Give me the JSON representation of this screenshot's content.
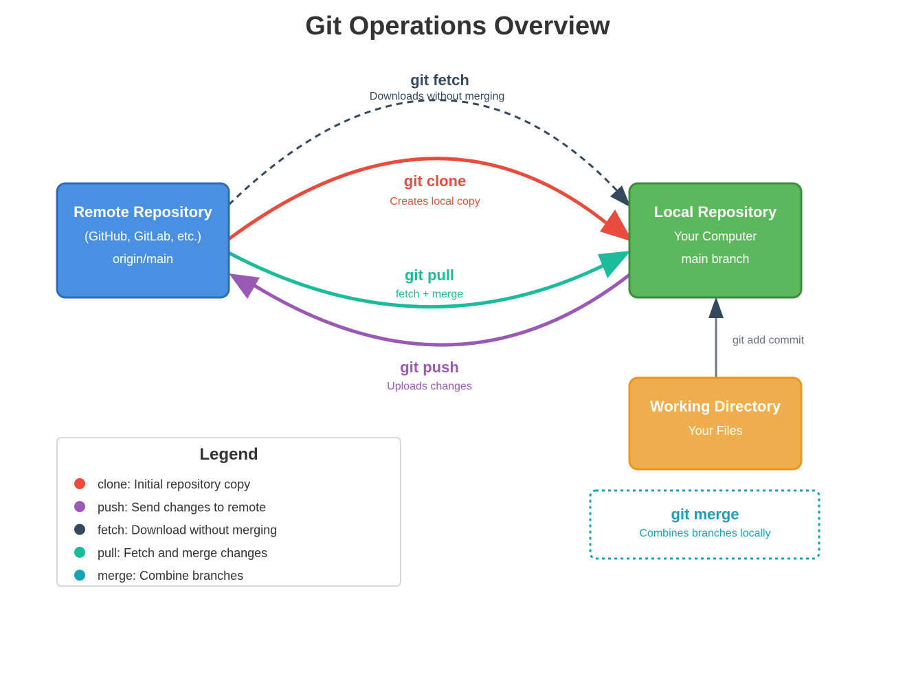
{
  "title": "Git Operations Overview",
  "nodes": {
    "remote": {
      "title": "Remote Repository",
      "line1": "(GitHub, GitLab, etc.)",
      "line2": "origin/main",
      "fill": "#4a90e2",
      "stroke": "#2e6db4"
    },
    "local": {
      "title": "Local Repository",
      "line1": "Your Computer",
      "line2": "main branch",
      "fill": "#5cb85c",
      "stroke": "#3d8b3d"
    },
    "working": {
      "title": "Working Directory",
      "line1": "Your Files",
      "fill": "#f0ad4e",
      "stroke": "#e8961f"
    }
  },
  "edges": {
    "fetch": {
      "label": "git fetch",
      "sub": "Downloads without merging",
      "color": "#34495e"
    },
    "clone": {
      "label": "git clone",
      "sub": "Creates local copy",
      "color": "#e74c3c"
    },
    "pull": {
      "label": "git pull",
      "sub": "fetch + merge",
      "color": "#1abc9c"
    },
    "push": {
      "label": "git push",
      "sub": "Uploads changes",
      "color": "#9b59b6"
    },
    "add_commit": {
      "label": "git add commit",
      "color": "#6b7785",
      "arrow_color": "#34495e"
    }
  },
  "merge_box": {
    "label": "git merge",
    "sub": "Combines branches locally",
    "color": "#17a2b8"
  },
  "legend": {
    "title": "Legend",
    "items": [
      {
        "text": "clone: Initial repository copy",
        "color": "#e74c3c"
      },
      {
        "text": "push: Send changes to remote",
        "color": "#9b59b6"
      },
      {
        "text": "fetch: Download without merging",
        "color": "#34495e"
      },
      {
        "text": "pull: Fetch and merge changes",
        "color": "#1abc9c"
      },
      {
        "text": "merge: Combine branches",
        "color": "#17a2b8"
      }
    ]
  }
}
